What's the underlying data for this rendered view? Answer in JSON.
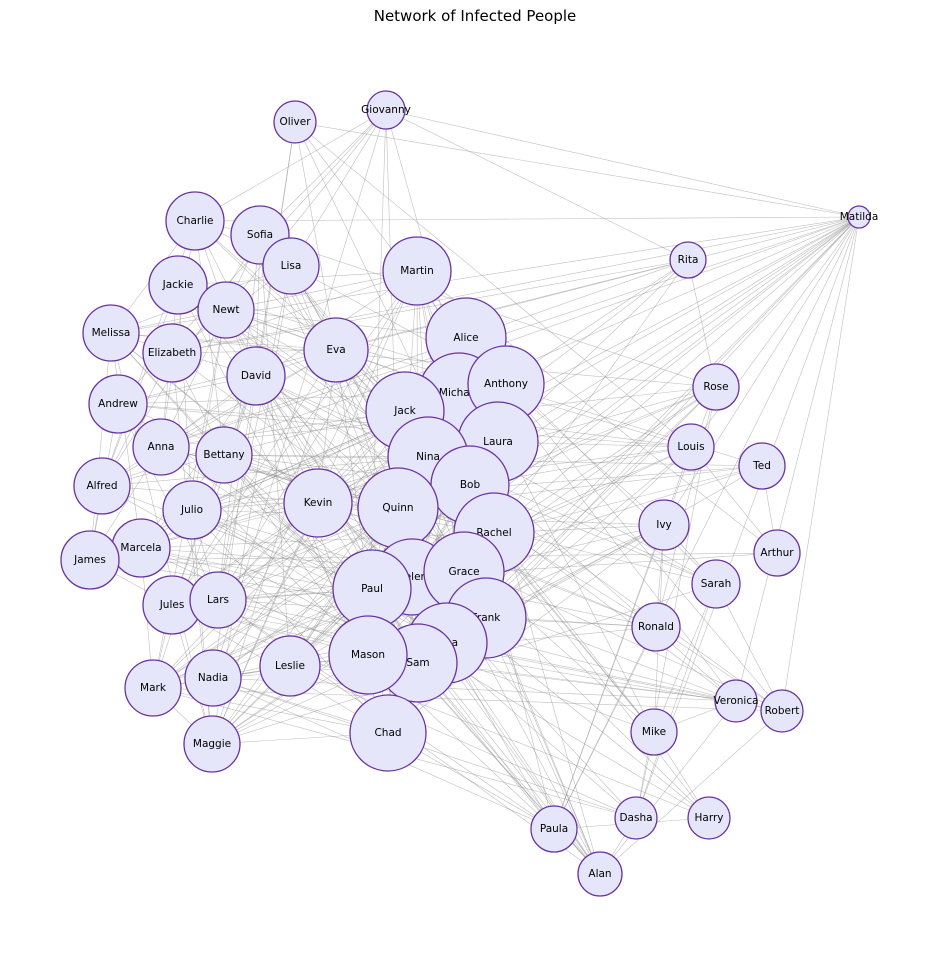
{
  "title": "Network of Infected People",
  "colors": {
    "node_fill": "#e6e6fa",
    "node_stroke": "#6a329f",
    "edge": "#8c8c8c"
  },
  "nodes": [
    {
      "name": "Oliver"
    },
    {
      "name": "Giovanny"
    },
    {
      "name": "Matilda"
    },
    {
      "name": "Charlie"
    },
    {
      "name": "Sofia"
    },
    {
      "name": "Lisa"
    },
    {
      "name": "Martin"
    },
    {
      "name": "Rita"
    },
    {
      "name": "Jackie"
    },
    {
      "name": "Newt"
    },
    {
      "name": "Melissa"
    },
    {
      "name": "Elizabeth"
    },
    {
      "name": "Eva"
    },
    {
      "name": "Alice"
    },
    {
      "name": "David"
    },
    {
      "name": "Michael"
    },
    {
      "name": "Anthony"
    },
    {
      "name": "Rose"
    },
    {
      "name": "Andrew"
    },
    {
      "name": "Jack"
    },
    {
      "name": "Laura"
    },
    {
      "name": "Louis"
    },
    {
      "name": "Ted"
    },
    {
      "name": "Anna"
    },
    {
      "name": "Bettany"
    },
    {
      "name": "Nina"
    },
    {
      "name": "Alfred"
    },
    {
      "name": "Bob"
    },
    {
      "name": "Julio"
    },
    {
      "name": "Kevin"
    },
    {
      "name": "Quinn"
    },
    {
      "name": "Ivy"
    },
    {
      "name": "Rachel"
    },
    {
      "name": "Arthur"
    },
    {
      "name": "Marcela"
    },
    {
      "name": "James"
    },
    {
      "name": "Helen"
    },
    {
      "name": "Grace"
    },
    {
      "name": "Sarah"
    },
    {
      "name": "Paul"
    },
    {
      "name": "Jules"
    },
    {
      "name": "Lars"
    },
    {
      "name": "Frank"
    },
    {
      "name": "Ronald"
    },
    {
      "name": "Tina"
    },
    {
      "name": "Sam"
    },
    {
      "name": "Mason"
    },
    {
      "name": "Leslie"
    },
    {
      "name": "Nadia"
    },
    {
      "name": "Mark"
    },
    {
      "name": "Veronica"
    },
    {
      "name": "Robert"
    },
    {
      "name": "Mike"
    },
    {
      "name": "Maggie"
    },
    {
      "name": "Chad"
    },
    {
      "name": "Paula"
    },
    {
      "name": "Dasha"
    },
    {
      "name": "Harry"
    },
    {
      "name": "Alan"
    }
  ]
}
